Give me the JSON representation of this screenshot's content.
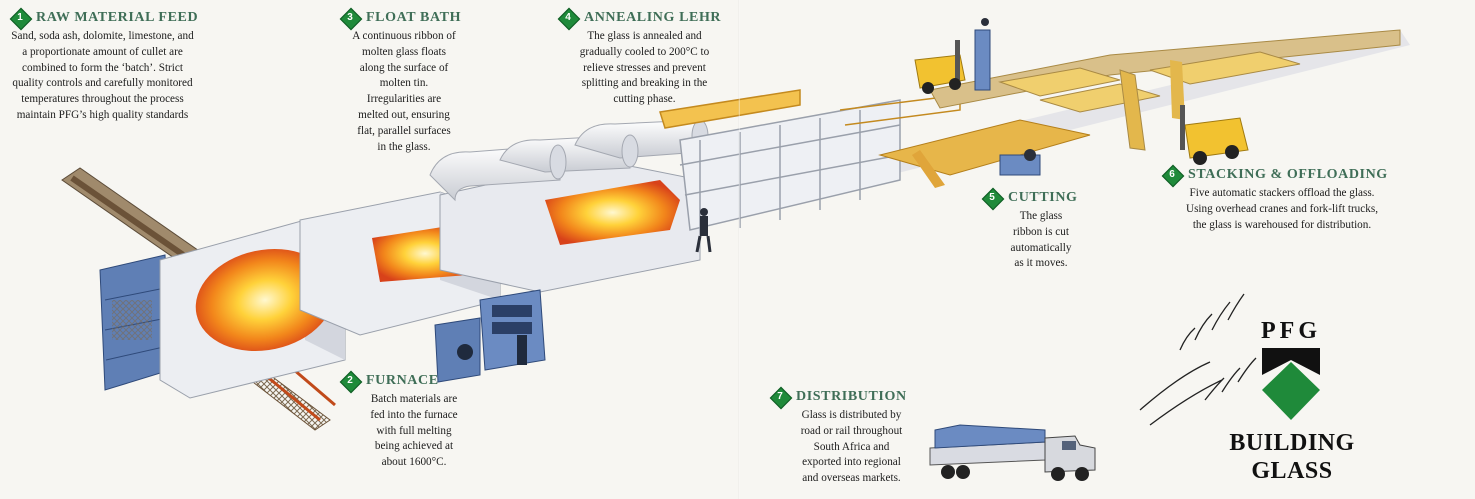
{
  "steps": [
    {
      "number": "1",
      "title": "RAW MATERIAL FEED",
      "text": "Sand, soda ash, dolomite, limestone, and a proportionate amount of cullet are combined to form the ‘batch’. Strict quality controls and carefully monitored temperatures throughout the process maintain PFG’s high quality standards"
    },
    {
      "number": "2",
      "title": "FURNACE",
      "text": "Batch materials are fed into the furnace with full melting being achieved at about 1600°C."
    },
    {
      "number": "3",
      "title": "FLOAT BATH",
      "text": "A continuous ribbon of molten glass floats along the surface of molten tin. Irregularities are melted out, ensuring flat, parallel surfaces in the glass."
    },
    {
      "number": "4",
      "title": "ANNEALING LEHR",
      "text": "The glass is annealed and gradually cooled to 200°C to relieve stresses and prevent splitting and breaking in the cutting phase."
    },
    {
      "number": "5",
      "title": "CUTTING",
      "text": "The glass ribbon is cut automatically as it moves."
    },
    {
      "number": "6",
      "title": "STACKING & OFFLOADING",
      "text": "Five automatic stackers offload the glass. Using overhead cranes and fork-lift trucks, the glass is warehoused for distribution."
    },
    {
      "number": "7",
      "title": "DISTRIBUTION",
      "text": "Glass is distributed by road or rail throughout South Africa and exported into regional and overseas markets."
    }
  ],
  "logo": {
    "brand": "PFG",
    "line1": "BUILDING",
    "line2": "GLASS"
  },
  "colors": {
    "accent_green": "#1f8a3a",
    "title_green": "#3f6e57",
    "flame": "#f29a1d",
    "building": "#e9eaee"
  }
}
